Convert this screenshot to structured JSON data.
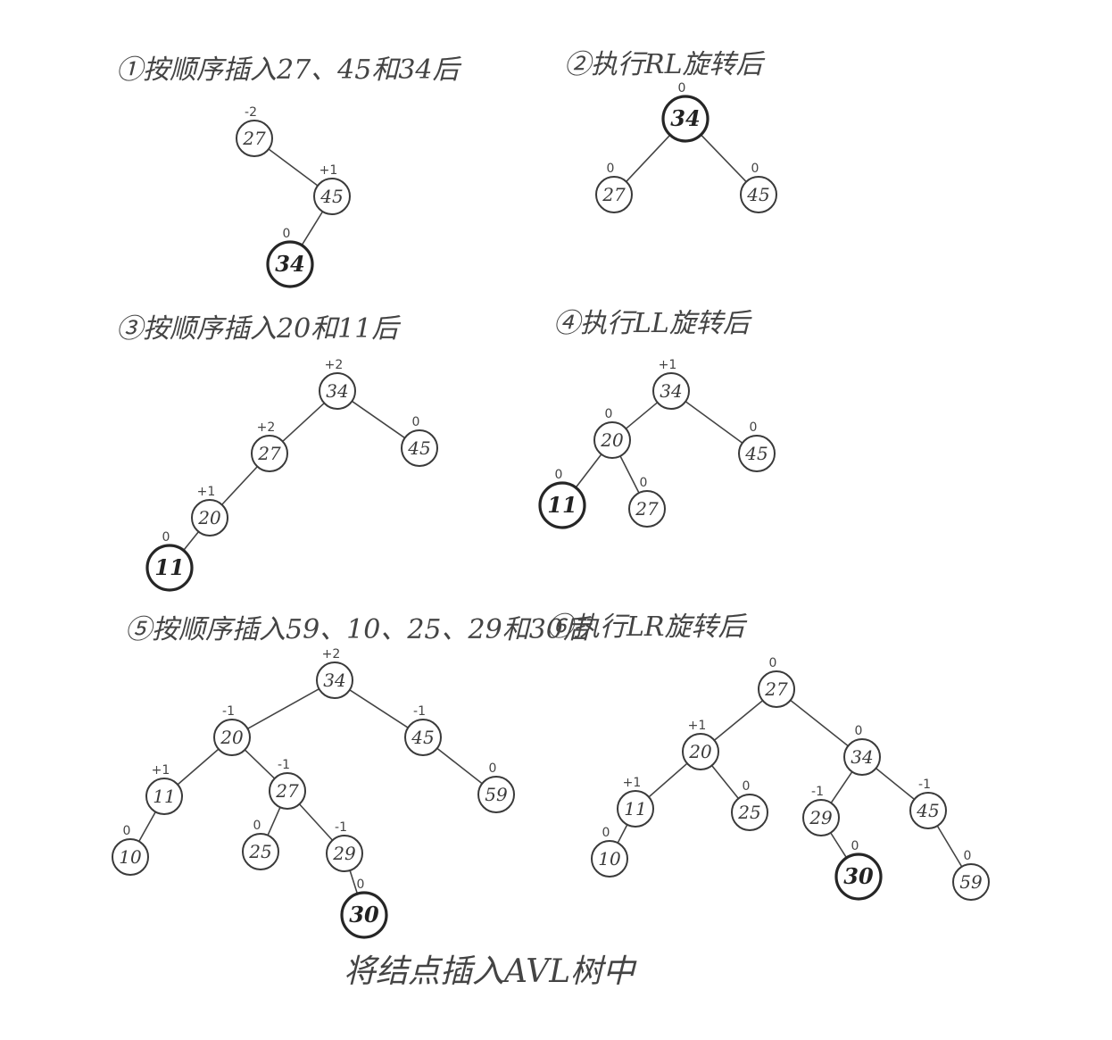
{
  "caption": "将结点插入AVL树中",
  "panels": [
    {
      "id": "p1",
      "title": "①按顺序插入27、45和34后",
      "nodes": [
        {
          "key": "27",
          "bf": "-2"
        },
        {
          "key": "45",
          "bf": "+1"
        },
        {
          "key": "34",
          "bf": "0",
          "bold": true
        }
      ],
      "edges": [
        [
          "27",
          "45"
        ],
        [
          "45",
          "34"
        ]
      ]
    },
    {
      "id": "p2",
      "title": "②执行RL旋转后",
      "nodes": [
        {
          "key": "34",
          "bf": "0",
          "bold": true
        },
        {
          "key": "27",
          "bf": "0"
        },
        {
          "key": "45",
          "bf": "0"
        }
      ],
      "edges": [
        [
          "34",
          "27"
        ],
        [
          "34",
          "45"
        ]
      ]
    },
    {
      "id": "p3",
      "title": "③按顺序插入20和11后",
      "nodes": [
        {
          "key": "34",
          "bf": "+2"
        },
        {
          "key": "27",
          "bf": "+2"
        },
        {
          "key": "45",
          "bf": "0"
        },
        {
          "key": "20",
          "bf": "+1"
        },
        {
          "key": "11",
          "bf": "0",
          "bold": true
        }
      ],
      "edges": [
        [
          "34",
          "27"
        ],
        [
          "34",
          "45"
        ],
        [
          "27",
          "20"
        ],
        [
          "20",
          "11"
        ]
      ]
    },
    {
      "id": "p4",
      "title": "④执行LL旋转后",
      "nodes": [
        {
          "key": "34",
          "bf": "+1"
        },
        {
          "key": "20",
          "bf": "0"
        },
        {
          "key": "45",
          "bf": "0"
        },
        {
          "key": "11",
          "bf": "0",
          "bold": true
        },
        {
          "key": "27",
          "bf": "0"
        }
      ],
      "edges": [
        [
          "34",
          "20"
        ],
        [
          "34",
          "45"
        ],
        [
          "20",
          "11"
        ],
        [
          "20",
          "27"
        ]
      ]
    },
    {
      "id": "p5",
      "title": "⑤按顺序插入59、10、25、29和30后",
      "nodes": [
        {
          "key": "34",
          "bf": "+2"
        },
        {
          "key": "20",
          "bf": "-1"
        },
        {
          "key": "45",
          "bf": "-1"
        },
        {
          "key": "11",
          "bf": "+1"
        },
        {
          "key": "27",
          "bf": "-1"
        },
        {
          "key": "59",
          "bf": "0"
        },
        {
          "key": "10",
          "bf": "0"
        },
        {
          "key": "25",
          "bf": "0"
        },
        {
          "key": "29",
          "bf": "-1"
        },
        {
          "key": "30",
          "bf": "0",
          "bold": true
        }
      ],
      "edges": [
        [
          "34",
          "20"
        ],
        [
          "34",
          "45"
        ],
        [
          "20",
          "11"
        ],
        [
          "20",
          "27"
        ],
        [
          "45",
          "59"
        ],
        [
          "11",
          "10"
        ],
        [
          "27",
          "25"
        ],
        [
          "27",
          "29"
        ],
        [
          "29",
          "30"
        ]
      ]
    },
    {
      "id": "p6",
      "title": "⑥执行LR旋转后",
      "nodes": [
        {
          "key": "27",
          "bf": "0"
        },
        {
          "key": "20",
          "bf": "+1"
        },
        {
          "key": "34",
          "bf": "0"
        },
        {
          "key": "11",
          "bf": "+1"
        },
        {
          "key": "25",
          "bf": "0"
        },
        {
          "key": "29",
          "bf": "-1"
        },
        {
          "key": "45",
          "bf": "-1"
        },
        {
          "key": "10",
          "bf": "0"
        },
        {
          "key": "30",
          "bf": "0",
          "bold": true
        },
        {
          "key": "59",
          "bf": "0"
        }
      ],
      "edges": [
        [
          "27",
          "20"
        ],
        [
          "27",
          "34"
        ],
        [
          "20",
          "11"
        ],
        [
          "20",
          "25"
        ],
        [
          "34",
          "29"
        ],
        [
          "34",
          "45"
        ],
        [
          "11",
          "10"
        ],
        [
          "29",
          "30"
        ],
        [
          "45",
          "59"
        ]
      ]
    }
  ]
}
